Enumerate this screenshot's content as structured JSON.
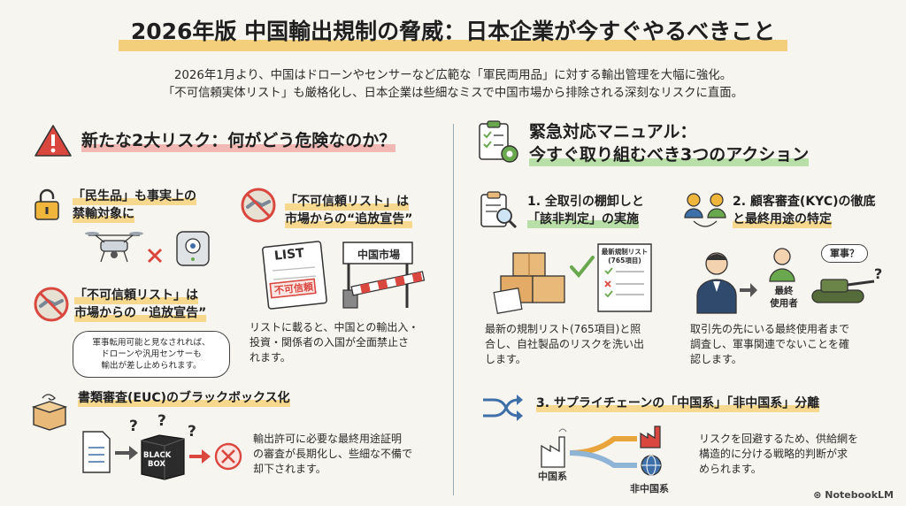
{
  "title": "2026年版 中国輸出規制の脅威：日本企業が今すぐやるべきこと",
  "intro": {
    "line1": "2026年1月より、中国はドローンやセンサーなど広範な「軍民両用品」に対する輸出管理を大幅に強化。",
    "line2": "「不可信頼実体リスト」も厳格化し、日本企業は些細なミスで中国市場から排除される深刻なリスクに直面。"
  },
  "left": {
    "section_title": "新たな2大リスク：何がどう危険なのか？",
    "risk1": {
      "title_l1": "「民生品」も事実上の",
      "title_l2": "禁輸対象に"
    },
    "risk2": {
      "title_l1": "「不可信頼リスト」は",
      "title_l2": "市場からの“追放宣告”"
    },
    "risk3": {
      "title_l1": "「不可信頼リスト」は",
      "title_l2": "市場からの “追放宣告”",
      "bubble": [
        "軍事転用可能と見なされれば、",
        "ドローンや汎用センサーも",
        "輸出が差し止められます。"
      ]
    },
    "list_label": "LIST",
    "list_stamp": "不可信頼",
    "gate_label": "中国市場",
    "list_desc": [
      "リストに載ると、中国との輸出入・",
      "投資・関係者の入国が全面禁止さ",
      "れます。"
    ],
    "euc": {
      "title": "書類審査(EUC)のブラックボックス化",
      "box_l1": "BLACK",
      "box_l2": "BOX",
      "q": "?",
      "desc": [
        "輸出許可に必要な最終用途証明",
        "の審査が長期化し、些細な不備で",
        "却下されます。"
      ]
    }
  },
  "right": {
    "section_l1": "緊急対応マニュアル：",
    "section_l2": "今すぐ取り組むべき3つのアクション",
    "a1": {
      "title_l1": "1. 全取引の棚卸しと",
      "title_l2": "「該非判定」の実施",
      "doc_label_l1": "最新規制リスト",
      "doc_label_l2": "(765項目)",
      "desc": [
        "最新の規制リスト(765項目)と照",
        "合し、自社製品のリスクを洗い出",
        "します。"
      ]
    },
    "a2": {
      "title_l1": "2. 顧客審査(KYC)の徹底",
      "title_l2": "と最終用途の特定",
      "end_user_l1": "最終",
      "end_user_l2": "使用者",
      "bubble": "軍事？",
      "q": "?",
      "desc": [
        "取引先の先にいる最終使用者まで",
        "調査し、軍事関連でないことを確",
        "認します。"
      ]
    },
    "a3": {
      "title": "3. サプライチェーンの「中国系」「非中国系」分離",
      "label_cn": "中国系",
      "label_noncn": "非中国系",
      "desc": [
        "リスクを回避するため、供給網を",
        "構造的に分ける戦略的判断が求",
        "められます。"
      ]
    }
  },
  "footer": "NotebookLM",
  "colors": {
    "accent_gold": "#f3cf7c",
    "risk_red": "#d9473f",
    "green": "#6aa84f",
    "blue": "#3e6fa8"
  }
}
